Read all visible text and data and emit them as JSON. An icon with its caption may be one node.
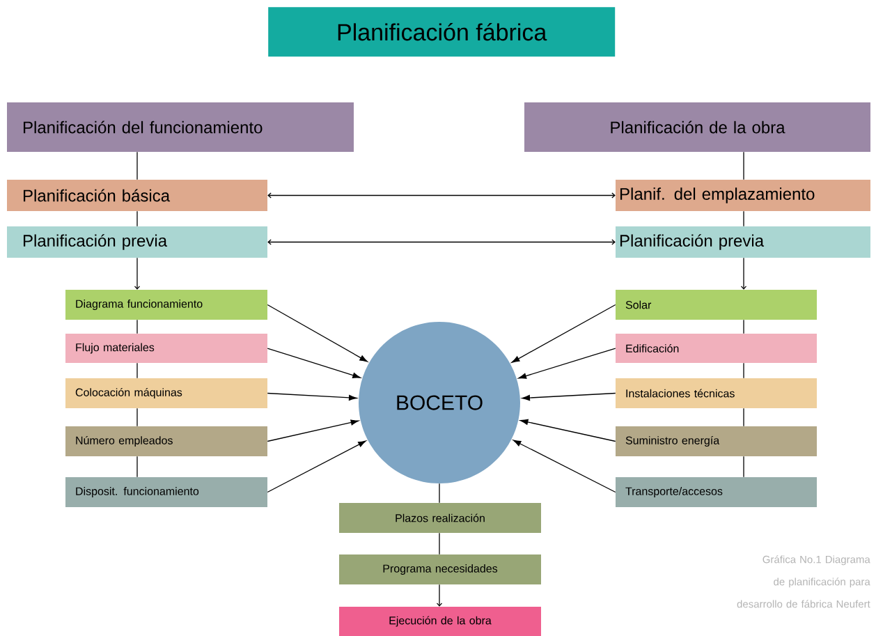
{
  "diagram": {
    "title": "Planificación fábrica",
    "caption": "Gráfica No.1 Diagrama de planificación para desarrollo de fábrica Neufert",
    "nodes": [
      {
        "text": [
          "Planificación del funcionamiento"
        ]
      },
      {
        "text": [
          "Planificación de la obra"
        ]
      },
      {
        "text": [
          "Planificación básica"
        ]
      },
      {
        "text": [
          "Planif. del emplazamiento"
        ]
      },
      {
        "text": [
          "Planificación previa"
        ]
      },
      {
        "text": [
          "Planificación previa"
        ]
      },
      {
        "text": [
          "Diagrama funcionamiento"
        ]
      },
      {
        "text": [
          "Flujo materiales"
        ]
      },
      {
        "text": [
          "Colocación máquinas"
        ]
      },
      {
        "text": [
          "Número empleados"
        ]
      },
      {
        "text": [
          "Disposit. funcionamiento"
        ]
      },
      {
        "text": [
          "Solar"
        ]
      },
      {
        "text": [
          "Edificación"
        ]
      },
      {
        "text": [
          "Instalaciones técnicas"
        ]
      },
      {
        "text": [
          "Suministro energía"
        ]
      },
      {
        "text": [
          "Transporte/accesos"
        ]
      },
      {
        "text": [
          "BOCETO"
        ]
      },
      {
        "text": [
          "Plazos realización"
        ]
      },
      {
        "text": [
          "Programa necesidades"
        ]
      },
      {
        "text": [
          "Ejecución de la obra"
        ]
      }
    ],
    "edges": [
      {
        "from": 0,
        "to": 2,
        "arrow": "none"
      },
      {
        "from": 2,
        "to": 4,
        "arrow": "none"
      },
      {
        "from": 4,
        "to": 6,
        "arrow": "to"
      },
      {
        "from": 6,
        "to": 7,
        "arrow": "none"
      },
      {
        "from": 7,
        "to": 8,
        "arrow": "none"
      },
      {
        "from": 8,
        "to": 9,
        "arrow": "none"
      },
      {
        "from": 9,
        "to": 10,
        "arrow": "none"
      },
      {
        "from": 1,
        "to": 3,
        "arrow": "none"
      },
      {
        "from": 3,
        "to": 5,
        "arrow": "none"
      },
      {
        "from": 5,
        "to": 11,
        "arrow": "to"
      },
      {
        "from": 11,
        "to": 12,
        "arrow": "none"
      },
      {
        "from": 12,
        "to": 13,
        "arrow": "none"
      },
      {
        "from": 13,
        "to": 14,
        "arrow": "none"
      },
      {
        "from": 14,
        "to": 15,
        "arrow": "none"
      },
      {
        "from": 2,
        "to": 3,
        "arrow": "both"
      },
      {
        "from": 4,
        "to": 5,
        "arrow": "both"
      },
      {
        "from": 6,
        "to": 16,
        "arrow": "to"
      },
      {
        "from": 7,
        "to": 16,
        "arrow": "to"
      },
      {
        "from": 8,
        "to": 16,
        "arrow": "to"
      },
      {
        "from": 9,
        "to": 16,
        "arrow": "to"
      },
      {
        "from": 10,
        "to": 16,
        "arrow": "to"
      },
      {
        "from": 11,
        "to": 16,
        "arrow": "to"
      },
      {
        "from": 12,
        "to": 16,
        "arrow": "to"
      },
      {
        "from": 13,
        "to": 16,
        "arrow": "to"
      },
      {
        "from": 14,
        "to": 16,
        "arrow": "to"
      },
      {
        "from": 15,
        "to": 16,
        "arrow": "to"
      },
      {
        "from": 16,
        "to": 17,
        "arrow": "none"
      },
      {
        "from": 17,
        "to": 18,
        "arrow": "none"
      },
      {
        "from": 18,
        "to": 19,
        "arrow": "to"
      }
    ]
  }
}
